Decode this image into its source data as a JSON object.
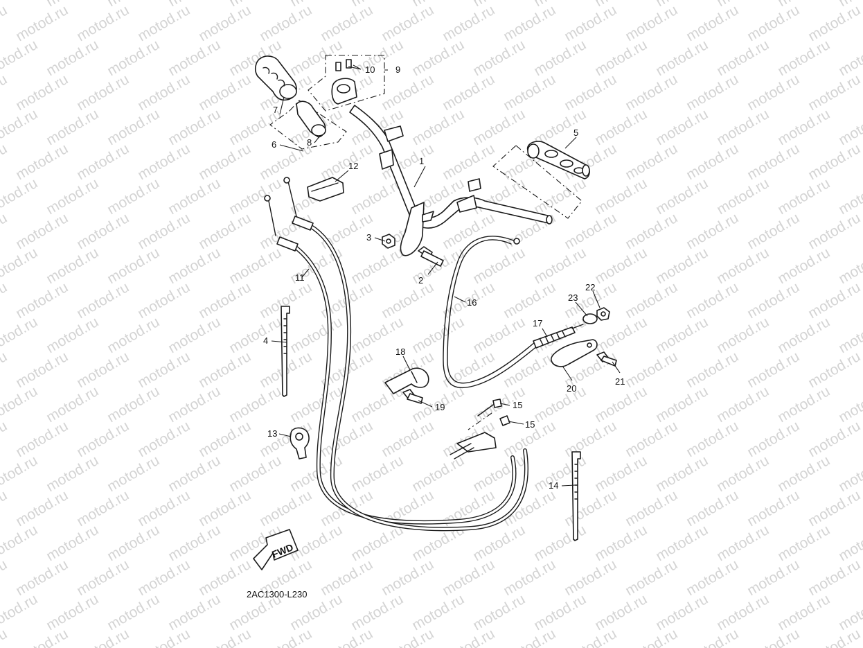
{
  "diagram": {
    "drawing_code": "2AC1300-L230",
    "watermark": "motod.ru",
    "fwd_label": "FWD",
    "callouts": [
      "1",
      "2",
      "3",
      "4",
      "5",
      "6",
      "7",
      "8",
      "9",
      "10",
      "11",
      "12",
      "13",
      "14",
      "15",
      "15",
      "16",
      "17",
      "18",
      "19",
      "20",
      "21",
      "22",
      "23"
    ]
  }
}
